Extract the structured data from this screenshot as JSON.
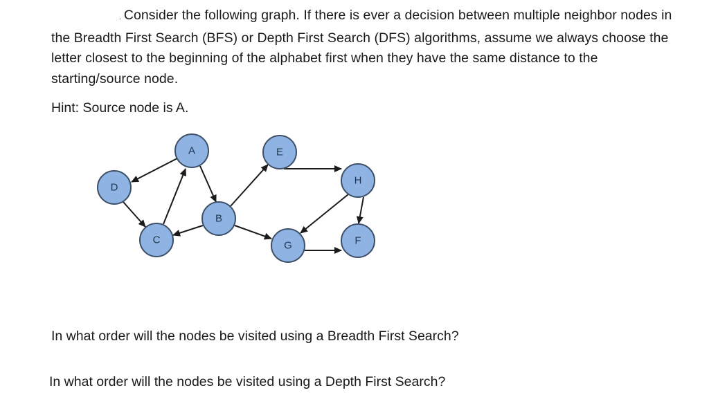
{
  "question": {
    "lead_mark": ".",
    "intro_lines": [
      "Consider the following graph. If there is ever a decision between multiple neighbor nodes in",
      "the Breadth First Search (BFS) or Depth First Search (DFS) algorithms, assume we always choose the",
      "letter closest to the beginning of the alphabet first when they have the same distance to the",
      "starting/source node."
    ],
    "hint": "Hint: Source node is A.",
    "bfs_question": "In what order will the nodes be visited using a Breadth First Search?",
    "dfs_question": "In what order will the nodes be visited using a Depth First Search?"
  },
  "graph": {
    "node_fill": "#8fb4e3",
    "node_stroke": "#3d4f66",
    "label_color": "#1f3550",
    "edge_color": "#1a1a1a",
    "nodes": [
      {
        "id": "A",
        "label": "A"
      },
      {
        "id": "B",
        "label": "B"
      },
      {
        "id": "C",
        "label": "C"
      },
      {
        "id": "D",
        "label": "D"
      },
      {
        "id": "E",
        "label": "E"
      },
      {
        "id": "F",
        "label": "F"
      },
      {
        "id": "G",
        "label": "G"
      },
      {
        "id": "H",
        "label": "H"
      }
    ],
    "edges": [
      {
        "from": "A",
        "to": "D"
      },
      {
        "from": "A",
        "to": "B"
      },
      {
        "from": "D",
        "to": "C"
      },
      {
        "from": "C",
        "to": "A"
      },
      {
        "from": "B",
        "to": "C"
      },
      {
        "from": "B",
        "to": "E"
      },
      {
        "from": "B",
        "to": "G"
      },
      {
        "from": "E",
        "to": "H"
      },
      {
        "from": "H",
        "to": "G"
      },
      {
        "from": "H",
        "to": "F"
      },
      {
        "from": "G",
        "to": "F"
      }
    ]
  }
}
